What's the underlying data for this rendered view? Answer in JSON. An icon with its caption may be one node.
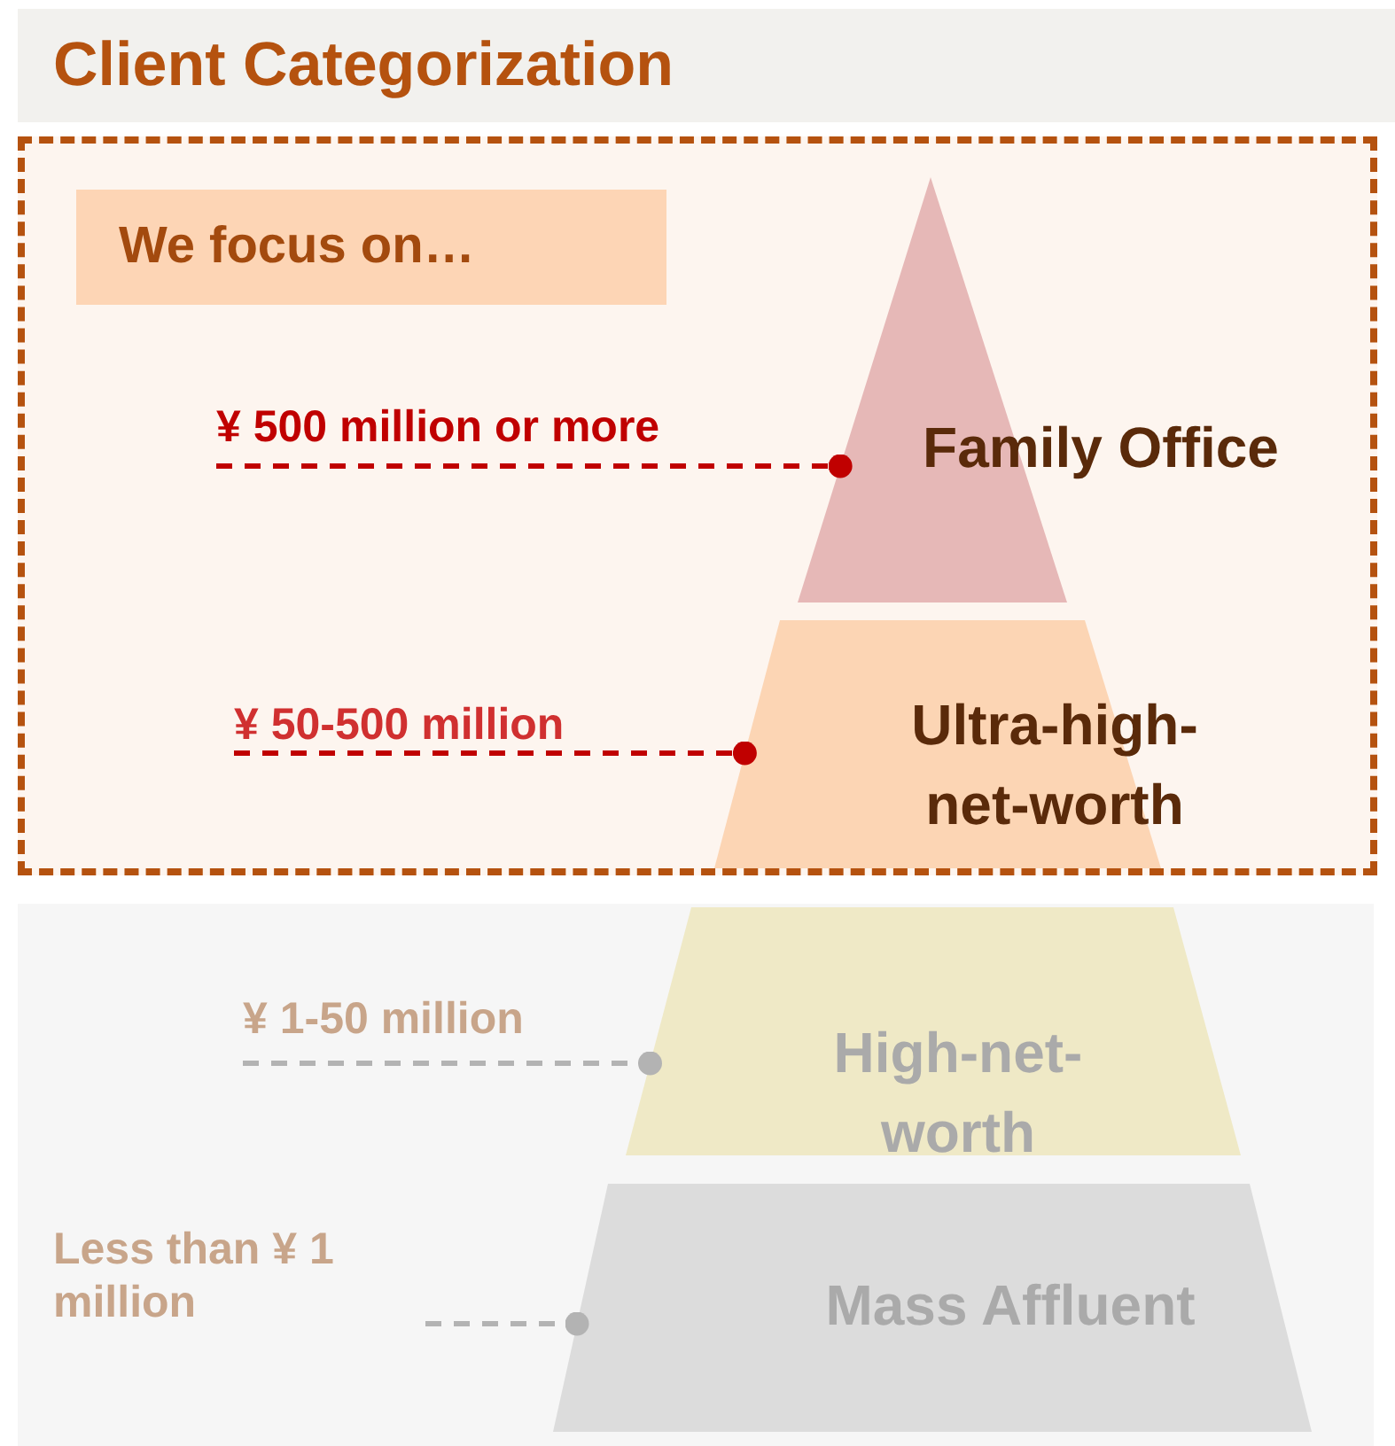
{
  "diagram": {
    "title": "Client Categorization",
    "nodes": [
      {
        "text": [],
        "shape": "box"
      },
      {
        "text": [
          "We focus on…"
        ],
        "in": 0
      },
      {
        "text": [
          "¥ 500 million or more"
        ],
        "in": 0
      },
      {
        "text": [
          "Family Office"
        ],
        "in": 0
      },
      {
        "text": [
          "¥ 50-500 million"
        ],
        "in": 0
      },
      {
        "text": [
          "Ultra-high-net-worth"
        ],
        "in": 0
      },
      {
        "text": [],
        "shape": "box"
      },
      {
        "text": [
          "¥ 1-50 million"
        ],
        "in": 6
      },
      {
        "text": [
          "High-net-worth"
        ],
        "in": 6
      },
      {
        "text": [
          "Less than ¥ 1 million"
        ],
        "in": 6
      },
      {
        "text": [
          "Mass Affluent"
        ],
        "in": 6
      }
    ],
    "edges": [
      {
        "from": 2,
        "to": 3,
        "arrow": "other",
        "style": "dashed",
        "color": "#c00000"
      },
      {
        "from": 4,
        "to": 5,
        "arrow": "other",
        "style": "dashed",
        "color": "#c00000"
      },
      {
        "from": 7,
        "to": 8,
        "arrow": "other",
        "style": "dashed",
        "color": "#b3b3b3"
      },
      {
        "from": 9,
        "to": 10,
        "arrow": "other",
        "style": "dashed",
        "color": "#b3b3b3"
      }
    ]
  }
}
